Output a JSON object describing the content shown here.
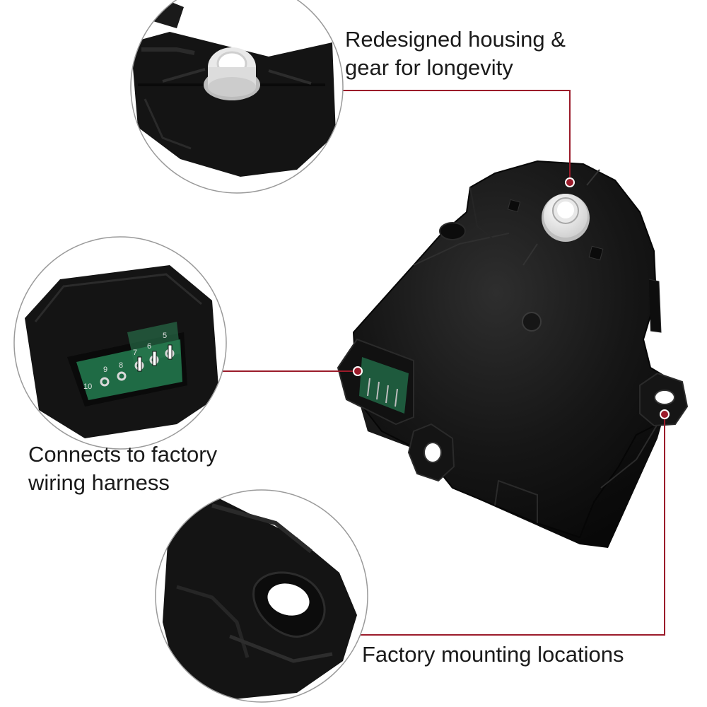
{
  "callouts": {
    "housing": {
      "line1": "Redesigned housing &",
      "line2": "gear for longevity"
    },
    "harness": {
      "line1": "Connects to factory",
      "line2": "wiring harness"
    },
    "mounting": {
      "line1": "Factory mounting locations"
    }
  },
  "connector_pins": {
    "left_row": [
      "10",
      "9",
      "8"
    ],
    "right_row": [
      "7",
      "6",
      "5"
    ]
  },
  "colors": {
    "leader_line": "#9b1b2a",
    "housing_black": "#141414",
    "gear_white": "#f2f2f2",
    "pcb_green": "#1f6b45",
    "lens_ring": "#9a9a9a"
  }
}
